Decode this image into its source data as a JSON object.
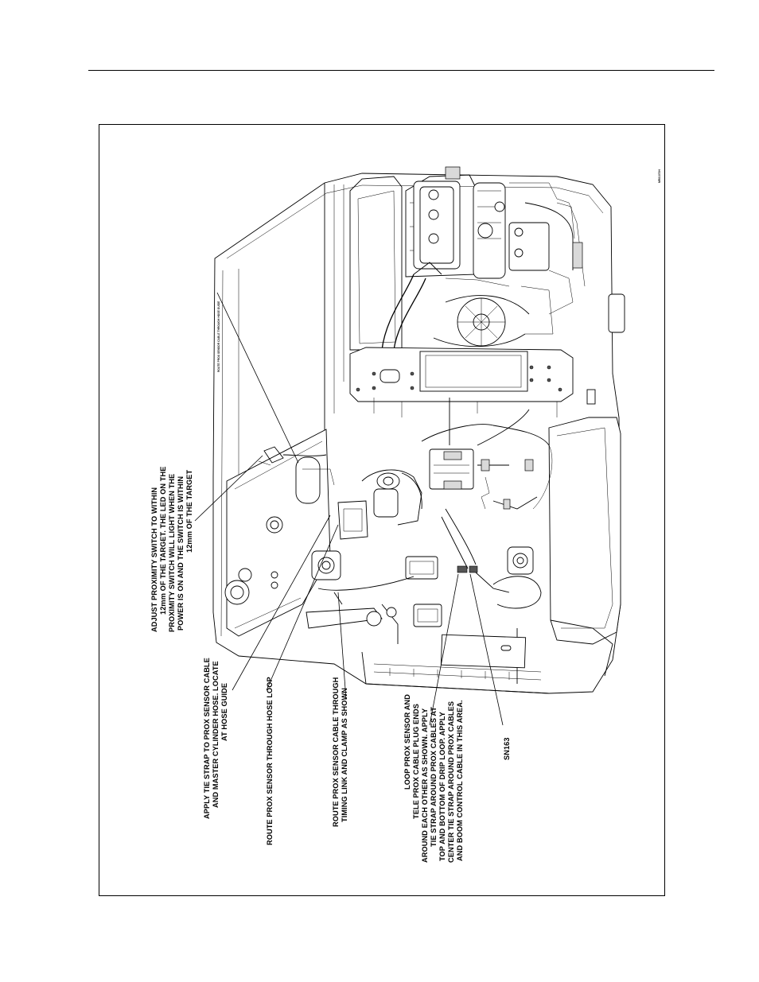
{
  "figure": {
    "drawing_id": "MR01070H",
    "callouts": {
      "adjust_switch": [
        "ADJUST PROXIMITY SWITCH TO WITHIN",
        "12mm OF THE TARGET.  THE LED ON THE",
        "PROXIMITY SWITCH WILL LIGHT WHEN THE",
        "POWER IS ON AND THE SWITCH IS WITHIN",
        "12mm OF THE TARGET"
      ],
      "tie_strap_hose": [
        "APPLY TIE STRAP TO PROX SENSOR CABLE",
        "AND MASTER CYLINDER HOSE.  LOCATE",
        "AT HOSE GUIDE"
      ],
      "hose_loop": [
        "ROUTE PROX SENSOR THROUGH HOSE LOOP"
      ],
      "timing_link": [
        "ROUTE PROX SENSOR CABLE THROUGH",
        "TIMING LINK AND CLAMP AS SHOWN"
      ],
      "loop_plugs": [
        "LOOP PROX SENSOR AND",
        "TELE PROX CABLE PLUG ENDS",
        "AROUND EACH OTHER AS SHOWN.  APPLY",
        "TIE STRAP AROUND PROX CABLES AT",
        "TOP AND BOTTOM OF DRIP LOOP.  APPLY",
        "CENTER TIE STRAP AROUND PROX CABLES",
        "AND BOOM CONTROL CABLE IN THIS AREA."
      ],
      "sn163": [
        "SN163"
      ],
      "hose_guide_small": [
        "ROUTE PROX SENSOR CABLE THROUGH HOSE GUIDE"
      ]
    }
  }
}
